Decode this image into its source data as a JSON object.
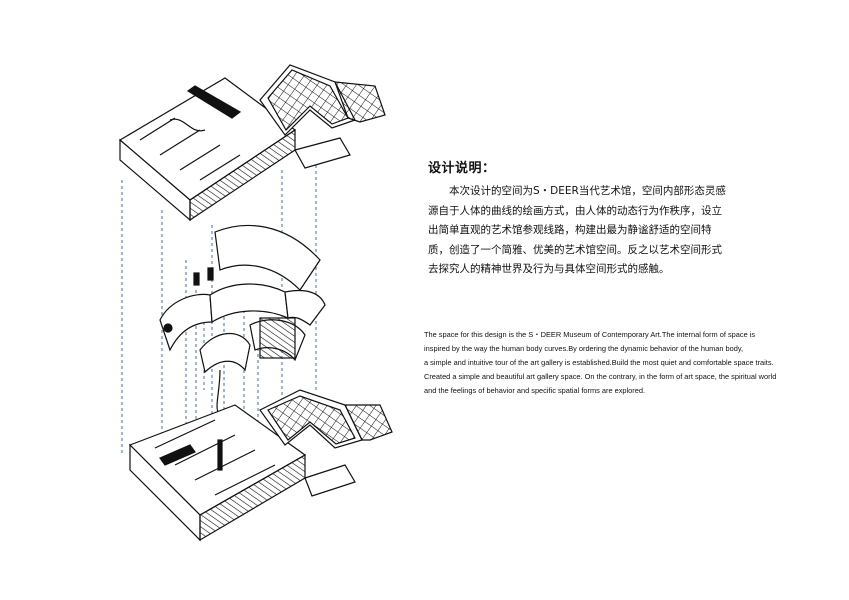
{
  "design_title": "设计说明：",
  "description_cn": "本次设计的空间为S・DEER当代艺术馆，空间内部形态灵感源自于人体的曲线的绘画方式，由人体的动态行为作秩序，设立出简单直观的艺术馆参观线路，构建出最为静谧舒适的空间特质，创造了一个简雅、优美的艺术馆空间。反之以艺术空间形式去探究人的精神世界及行为与具体空间形式的感触。",
  "description_en": [
    "The space for this design is the S・DEER Museum of Contemporary Art.The internal form of space is",
    "inspired by the way the human body curves.By ordering the dynamic behavior of the human body,",
    "a simple and intuitive tour of the art gallery is established.Build the most quiet and comfortable space traits.",
    "Created a simple and beautiful art gallery space. On the contrary, in the form of art space, the spiritual world",
    " and the feelings of behavior and specific spatial forms are explored."
  ],
  "colors": {
    "line": "#111111",
    "dash": "#2a5fa0",
    "background": "#ffffff"
  }
}
